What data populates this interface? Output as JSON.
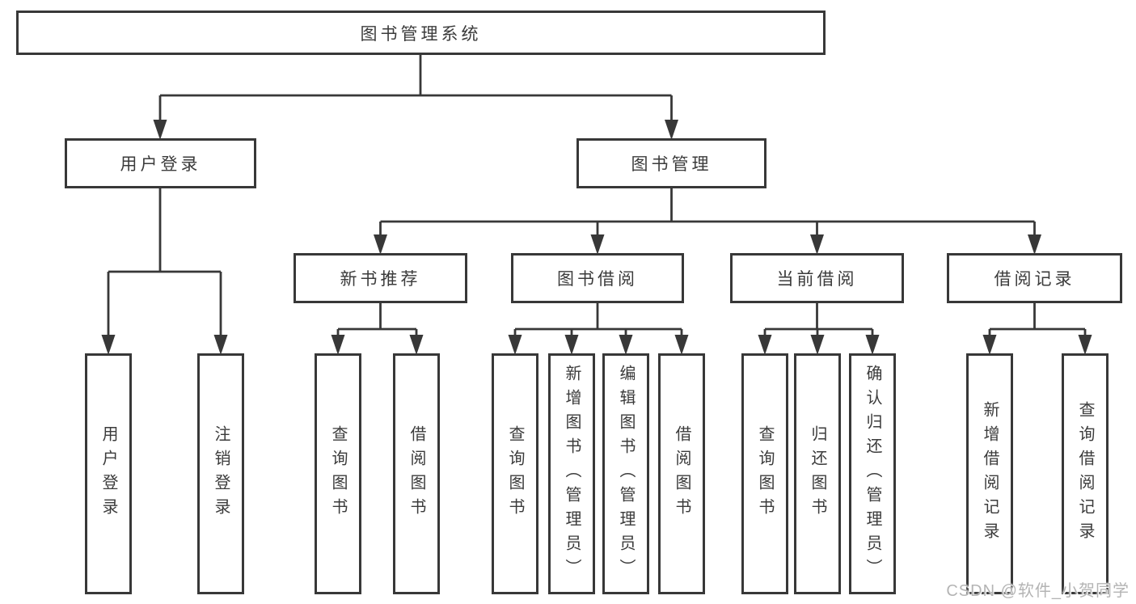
{
  "diagram": {
    "root": {
      "label": "图书管理系统"
    },
    "level2": [
      {
        "label": "用户登录"
      },
      {
        "label": "图书管理"
      }
    ],
    "level3": [
      {
        "label": "新书推荐",
        "parent": "图书管理"
      },
      {
        "label": "图书借阅",
        "parent": "图书管理"
      },
      {
        "label": "当前借阅",
        "parent": "图书管理"
      },
      {
        "label": "借阅记录",
        "parent": "图书管理"
      }
    ],
    "leaves": [
      {
        "label": "用户登录",
        "parent": "用户登录"
      },
      {
        "label": "注销登录",
        "parent": "用户登录"
      },
      {
        "label": "查询图书",
        "parent": "新书推荐"
      },
      {
        "label": "借阅图书",
        "parent": "新书推荐"
      },
      {
        "label": "查询图书",
        "parent": "图书借阅"
      },
      {
        "label": "新增图书（管理员）",
        "parent": "图书借阅"
      },
      {
        "label": "编辑图书（管理员）",
        "parent": "图书借阅"
      },
      {
        "label": "借阅图书",
        "parent": "图书借阅"
      },
      {
        "label": "查询图书",
        "parent": "当前借阅"
      },
      {
        "label": "归还图书",
        "parent": "当前借阅"
      },
      {
        "label": "确认归还（管理员）",
        "parent": "当前借阅"
      },
      {
        "label": "新增借阅记录",
        "parent": "借阅记录"
      },
      {
        "label": "查询借阅记录",
        "parent": "借阅记录"
      }
    ],
    "watermark": "CSDN @软件_小贺同学",
    "colors": {
      "line": "#383838",
      "text": "#3b3b3b",
      "watermark": "#b4b4b4",
      "background": "#ffffff"
    }
  }
}
